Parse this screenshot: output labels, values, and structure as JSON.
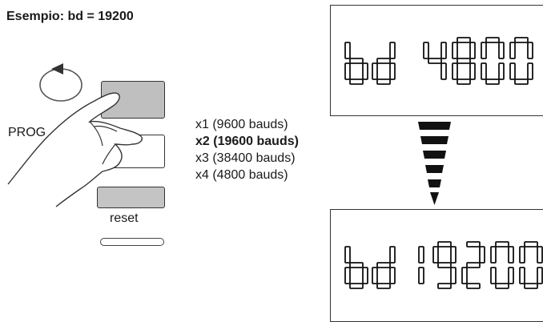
{
  "title": "Esempio: bd = 19200",
  "keypad": {
    "prog_label": "PROG",
    "reset_label": "reset"
  },
  "options": [
    {
      "text": "x1 (9600 bauds)",
      "selected": false
    },
    {
      "text": "x2 (19600 bauds)",
      "selected": true
    },
    {
      "text": "x3 (38400 bauds)",
      "selected": false
    },
    {
      "text": "x4 (4800 bauds)",
      "selected": false
    }
  ],
  "display_top": {
    "prefix": "bd",
    "value": "4800"
  },
  "display_bottom": {
    "prefix": "bd",
    "value": "19200"
  },
  "colors": {
    "button_grey": "#bfbfbf",
    "ink": "#1a1a1a"
  }
}
